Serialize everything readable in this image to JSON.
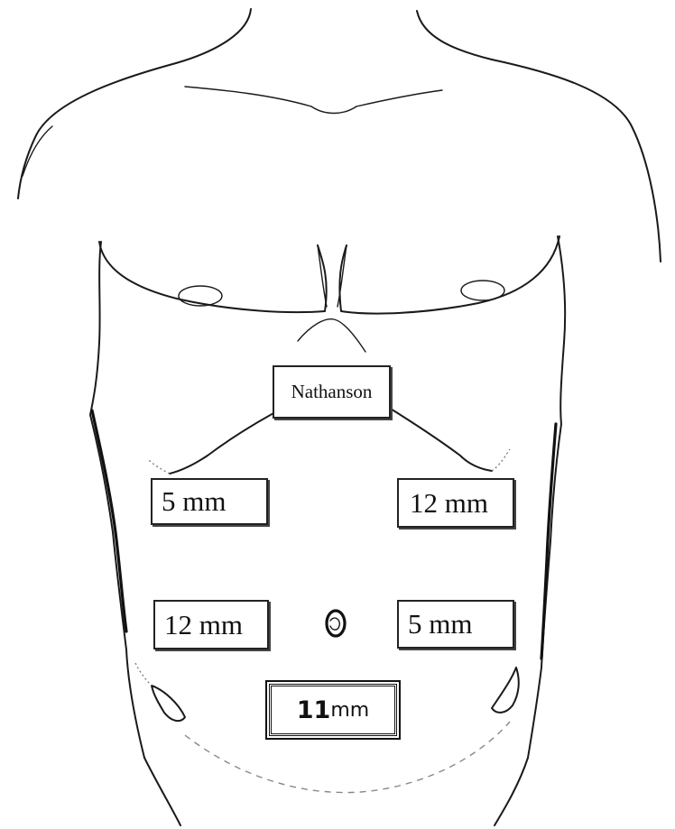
{
  "diagram": {
    "subject": "abdominal trocar port placement",
    "labels": {
      "nathanson": "Nathanson",
      "right_upper": "5 mm",
      "left_upper": "12 mm",
      "right_lower": "12 mm",
      "left_lower": "5 mm",
      "umbilical_number": "11",
      "umbilical_unit": "mm"
    },
    "colors": {
      "line": "#1a1a1a",
      "dashed_line": "#888888",
      "background": "#ffffff"
    }
  }
}
